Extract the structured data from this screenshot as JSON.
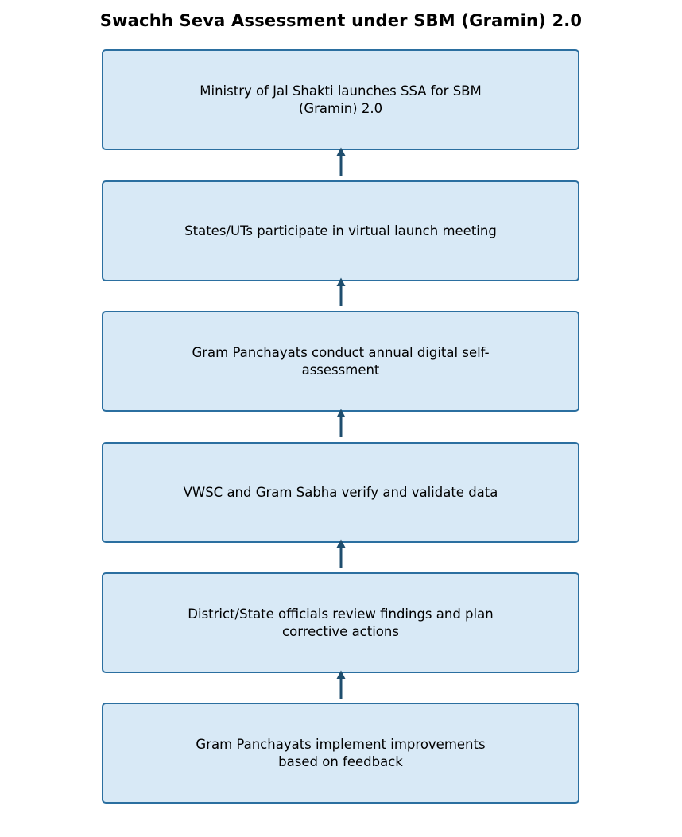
{
  "title": "Swachh Seva Assessment under SBM (Gramin) 2.0",
  "colors": {
    "box_fill": "#d8e9f6",
    "box_border": "#2b6fa0",
    "arrow": "#1f4e6e"
  },
  "steps": [
    {
      "text": "Ministry of Jal Shakti launches SSA for SBM (Gramin) 2.0"
    },
    {
      "text": "States/UTs participate in virtual launch meeting"
    },
    {
      "text": "Gram Panchayats conduct annual digital self-assessment"
    },
    {
      "text": "VWSC and Gram Sabha verify and validate data"
    },
    {
      "text": "District/State officials review findings and plan corrective actions"
    },
    {
      "text": "Gram Panchayats implement improvements based on feedback"
    }
  ]
}
